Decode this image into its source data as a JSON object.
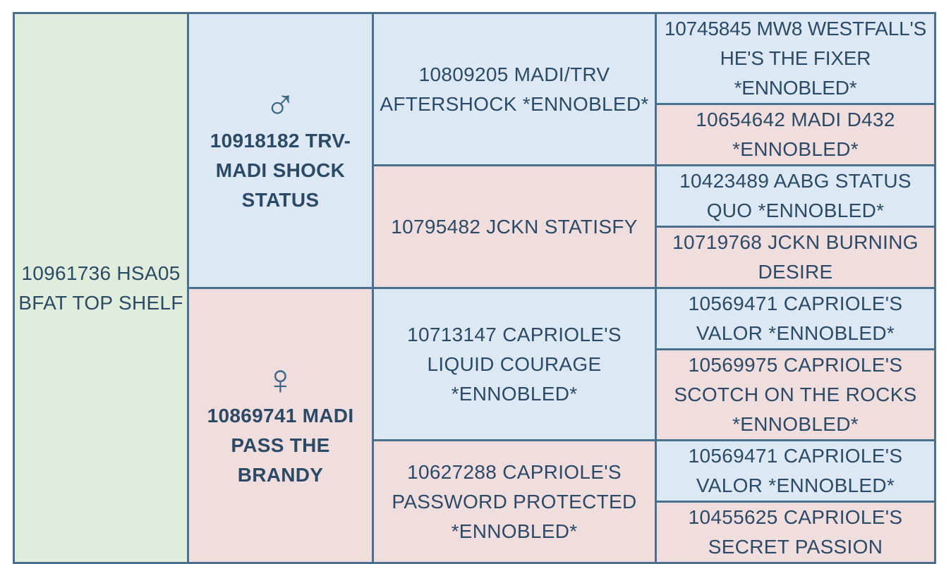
{
  "subject": "10961736 HSA05 BFAT TOP SHELF",
  "sire": {
    "symbol": "♂",
    "name": "10918182 TRV-MADI SHOCK STATUS",
    "sire": {
      "name": "10809205 MADI/TRV AFTERSHOCK *ENNOBLED*",
      "sire": "10745845 MW8 WESTFALL'S HE'S THE FIXER *ENNOBLED*",
      "dam": "10654642 MADI D432 *ENNOBLED*"
    },
    "dam": {
      "name": "10795482 JCKN STATISFY",
      "sire": "10423489 AABG STATUS QUO *ENNOBLED*",
      "dam": "10719768 JCKN BURNING DESIRE"
    }
  },
  "dam": {
    "symbol": "♀",
    "name": "10869741 MADI PASS THE BRANDY",
    "sire": {
      "name": "10713147 CAPRIOLE'S LIQUID COURAGE *ENNOBLED*",
      "sire": "10569471 CAPRIOLE'S VALOR *ENNOBLED*",
      "dam": "10569975 CAPRIOLE'S SCOTCH ON THE ROCKS *ENNOBLED*"
    },
    "dam": {
      "name": "10627288 CAPRIOLE'S PASSWORD PROTECTED *ENNOBLED*",
      "sire": "10569471 CAPRIOLE'S VALOR *ENNOBLED*",
      "dam": "10455625 CAPRIOLE'S SECRET PASSION"
    }
  },
  "colors": {
    "subject_bg": "#e1eddc",
    "male_bg": "#dce9f5",
    "female_bg": "#f0dedf",
    "border": "#49718f",
    "text": "#2c4a66"
  }
}
